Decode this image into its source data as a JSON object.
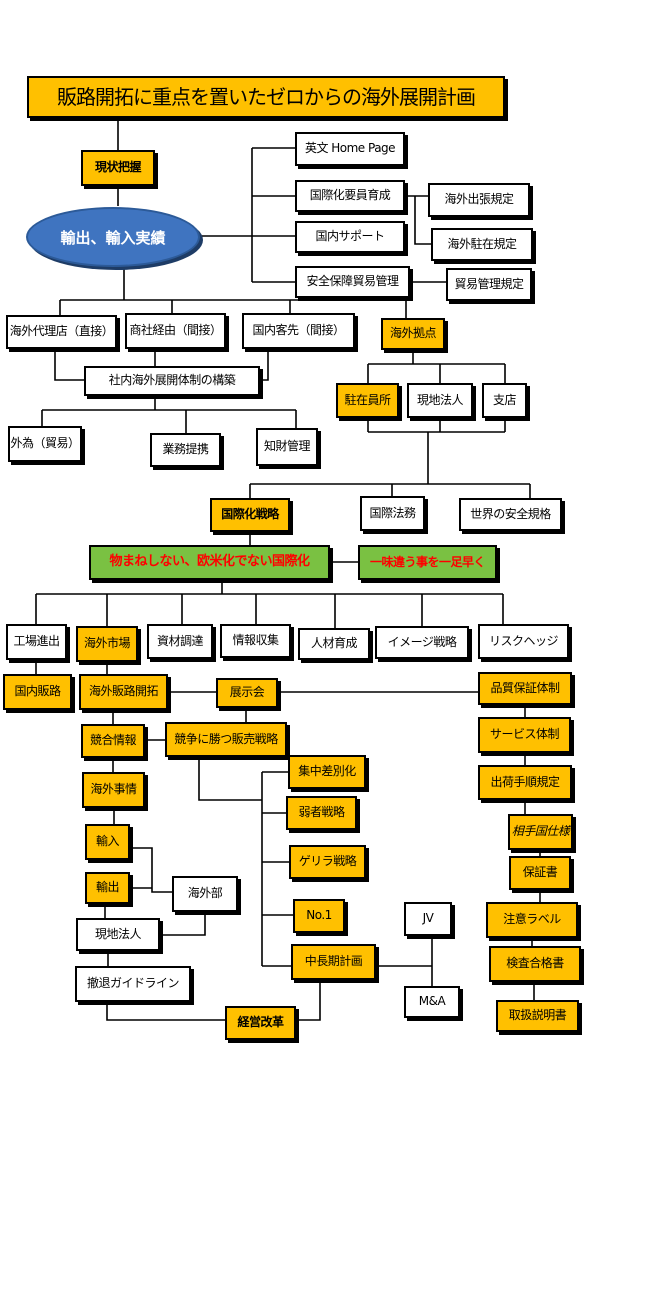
{
  "title": "販路開拓に重点を置いたゼロからの海外展開計画",
  "nodes": {
    "genjo": "現状把握",
    "eibun": "英文 Home Page",
    "kokusai_jinzai": "国際化要員育成",
    "kaigai_shucchou": "海外出張規定",
    "kokunai_support": "国内サポート",
    "kaigai_chuuzai": "海外駐在規定",
    "yushutsu_jisseki": "輸出、輸入実績",
    "anzen_hosho": "安全保障貿易管理",
    "boeki_kanri": "貿易管理規定",
    "dairiten": "海外代理店（直接）",
    "shosha": "商社経由（間接）",
    "kokunai_torihiki": "国内客先（間接）",
    "kaigai_kyoten": "海外拠点",
    "shanai": "社内海外展開体制の構築",
    "chuzaiin": "駐在員所",
    "genchi_hojin_1": "現地法人",
    "shiten": "支店",
    "gaitame": "外為（貿易）",
    "gyomu_teikei": "業務提携",
    "chizai": "知財管理",
    "kokusai_senryaku": "国際化戦略",
    "kokusai_homu": "国際法務",
    "sekai_kikaku": "世界の安全規格",
    "monomane": "物まねしない、欧米化でない国際化",
    "ichimi": "一味違う事を一足早く",
    "kojo": "工場進出",
    "kaigai_shijo": "海外市場",
    "shizai": "資材調達",
    "johoshushu": "情報収集",
    "jinzai": "人材育成",
    "image": "イメージ戦略",
    "risk": "リスクヘッジ",
    "kokunai_hanro": "国内販路",
    "kaigai_hanro": "海外販路開拓",
    "tenjikai": "展示会",
    "hinshitsu": "品質保証体制",
    "kyogo_joho": "競合情報",
    "kyoso": "競争に勝つ販売戦略",
    "service": "サービス体制",
    "shuchu": "集中差別化",
    "shukka": "出荷手順規定",
    "kaigai_jijo": "海外事情",
    "jakusha": "弱者戦略",
    "aite_shiyo": "相手国仕様",
    "yunyu": "輸入",
    "guerrilla": "ゲリラ戦略",
    "hoshosho": "保証書",
    "kaigaibu": "海外部",
    "yushutsu": "輸出",
    "no1": "No.1",
    "jv": "JV",
    "chui_label": "注意ラベル",
    "genchi_hojin_2": "現地法人",
    "chuchoki": "中長期計画",
    "kensa": "検査合格書",
    "tettai": "撤退ガイドライン",
    "ma": "M&A",
    "keiei_kaikaku": "経営改革",
    "torisetsu": "取扱説明書"
  },
  "colors": {
    "accent": "#ffc000",
    "green": "#7ac142",
    "red_text": "#ff0000",
    "ellipse": "#3f74c0",
    "line": "#000000"
  }
}
